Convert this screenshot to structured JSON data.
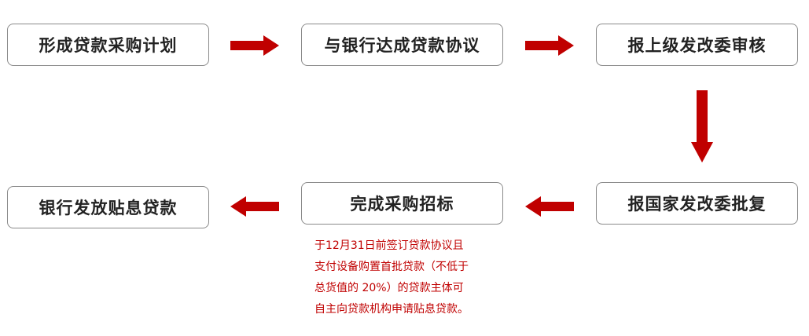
{
  "steps": {
    "s1": "形成贷款采购计划",
    "s2": "与银行达成贷款协议",
    "s3": "报上级发改委审核",
    "s4": "报国家发改委批复",
    "s5": "完成采购招标",
    "s6": "银行发放贴息贷款"
  },
  "note": {
    "lines": [
      "于12月31日前签订贷款协议且",
      "支付设备购置首批贷款（不低于",
      "总货值的 20%）的贷款主体可",
      "自主向贷款机构申请贴息贷款。"
    ]
  },
  "colors": {
    "arrow": "#c00000",
    "note": "#c00000",
    "border": "#8a8a8a"
  }
}
